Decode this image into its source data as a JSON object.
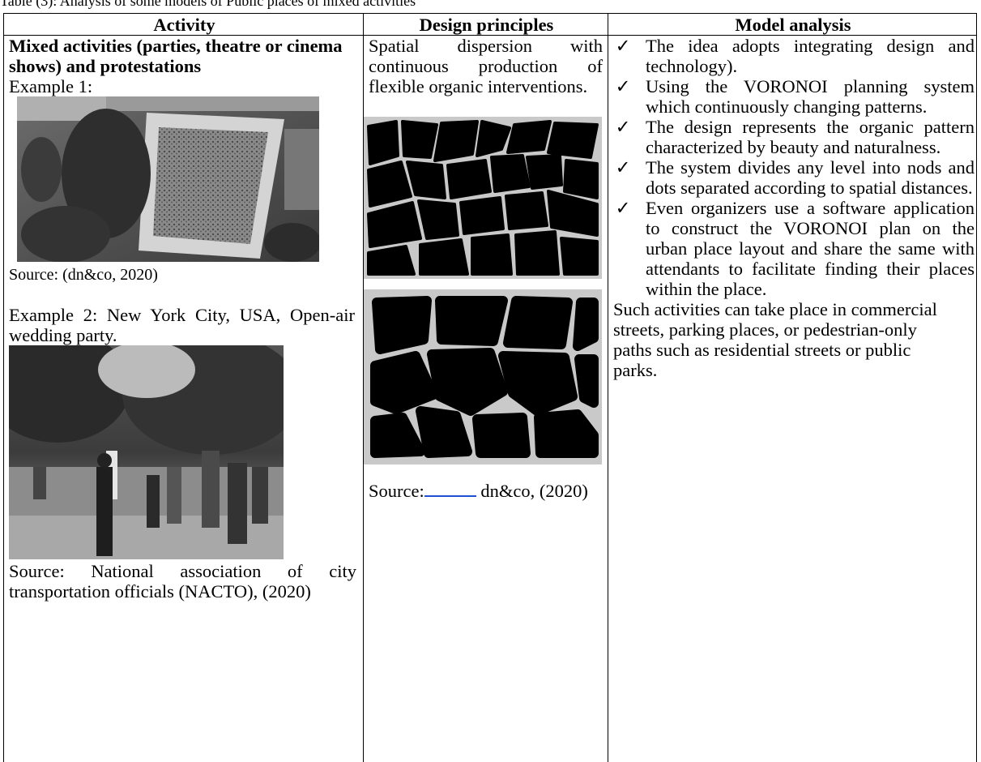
{
  "caption": "Table (3): Analysis of some models of Public places of mixed activities",
  "table": {
    "headers": [
      "Activity",
      "Design principles",
      "Model analysis"
    ]
  },
  "activity": {
    "heading": "Mixed activities (parties, theatre or cinema shows) and protestations",
    "example1_label": "Example 1:",
    "example1_source": "Source: (dn&co, 2020)",
    "example2_label": "Example 2: New York City, USA, Open-air wedding party.",
    "example2_source": "Source: National association of city transportation officials (NACTO), (2020)"
  },
  "design": {
    "text": "Spatial dispersion with continuous production of flexible organic interventions.",
    "source_prefix": "Source:",
    "source_suffix": "dn&co, (2020)"
  },
  "analysis": {
    "check_icon": "✓",
    "bullets": [
      "The idea adopts integrating design and technology).",
      "Using the VORONOI planning system which continuously changing patterns.",
      "The design represents the organic pattern characterized by beauty and naturalness.",
      "The system divides any level into nods and dots separated according to spatial distances.",
      "Even organizers use a software application to construct the VORONOI plan on the urban place layout and share the same with attendants to facilitate finding their places within the place."
    ],
    "closing": "Such activities can take place in commercial streets, parking places, or pedestrian-only paths such as residential streets or public parks."
  }
}
